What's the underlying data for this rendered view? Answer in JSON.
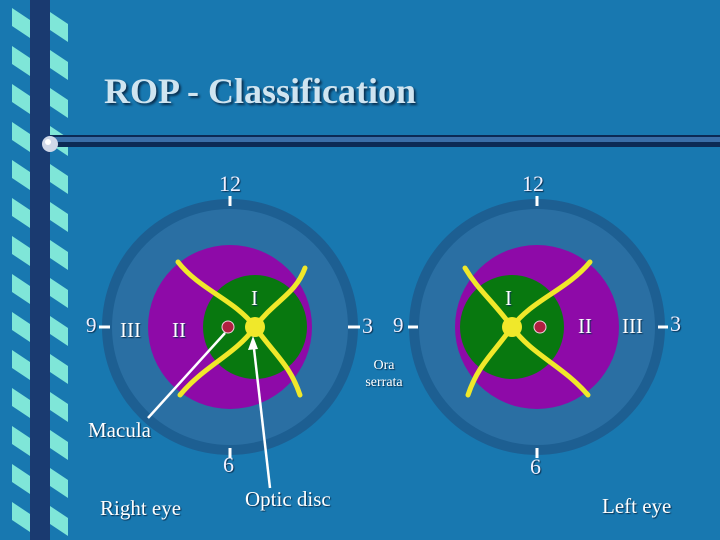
{
  "slide": {
    "title": "ROP - Classification"
  },
  "colors": {
    "background": "#1878b0",
    "zone_III": "#2a6fa3",
    "zone_II": "#8e0aa8",
    "zone_I": "#08780f",
    "vessels": "#f0e82a",
    "macula": "#b02040",
    "sidebar_light": "#7fe6d8",
    "sidebar_dark": "#1a3a70"
  },
  "right_eye": {
    "label": "Right eye",
    "clock_12": "12",
    "clock_6": "6",
    "clock_9": "9",
    "clock_3": "3",
    "zone_I": "I",
    "zone_II": "II",
    "zone_III": "III"
  },
  "left_eye": {
    "label": "Left eye",
    "clock_12": "12",
    "clock_6": "6",
    "clock_9": "9",
    "clock_3": "3",
    "zone_I": "I",
    "zone_II": "II",
    "zone_III": "III"
  },
  "annotations": {
    "macula": "Macula",
    "optic_disc": "Optic disc",
    "ora_serrata_line1": "Ora",
    "ora_serrata_line2": "serrata"
  }
}
